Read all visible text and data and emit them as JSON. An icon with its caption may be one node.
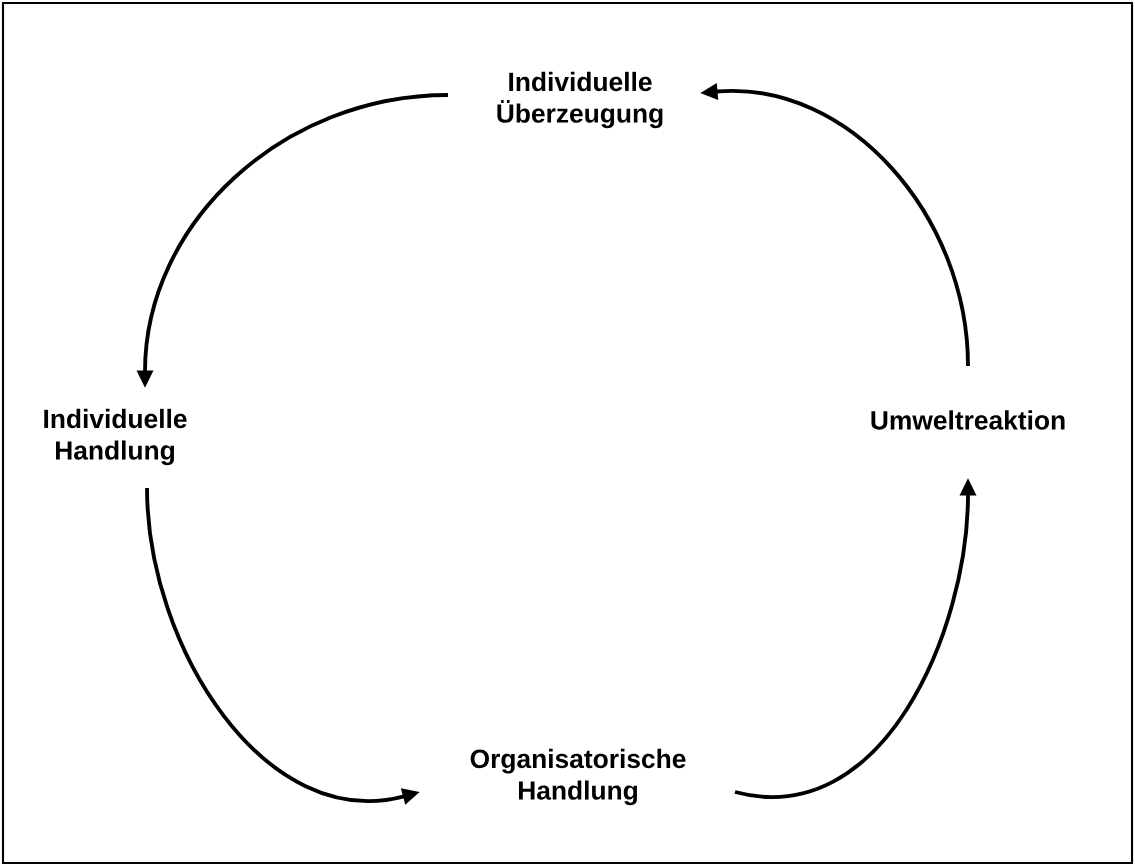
{
  "diagram": {
    "nodes": [
      {
        "text": [
          "Individuelle Überzeugung"
        ]
      },
      {
        "text": [
          "Umweltreaktion"
        ]
      },
      {
        "text": [
          "Organisatorische Handlung"
        ]
      },
      {
        "text": [
          "Individuelle Handlung"
        ]
      }
    ],
    "edges": [
      {
        "from": 0,
        "to": 3,
        "arrow": "to"
      },
      {
        "from": 3,
        "to": 2,
        "arrow": "to"
      },
      {
        "from": 2,
        "to": 1,
        "arrow": "to"
      },
      {
        "from": 1,
        "to": 0,
        "arrow": "to"
      }
    ]
  }
}
